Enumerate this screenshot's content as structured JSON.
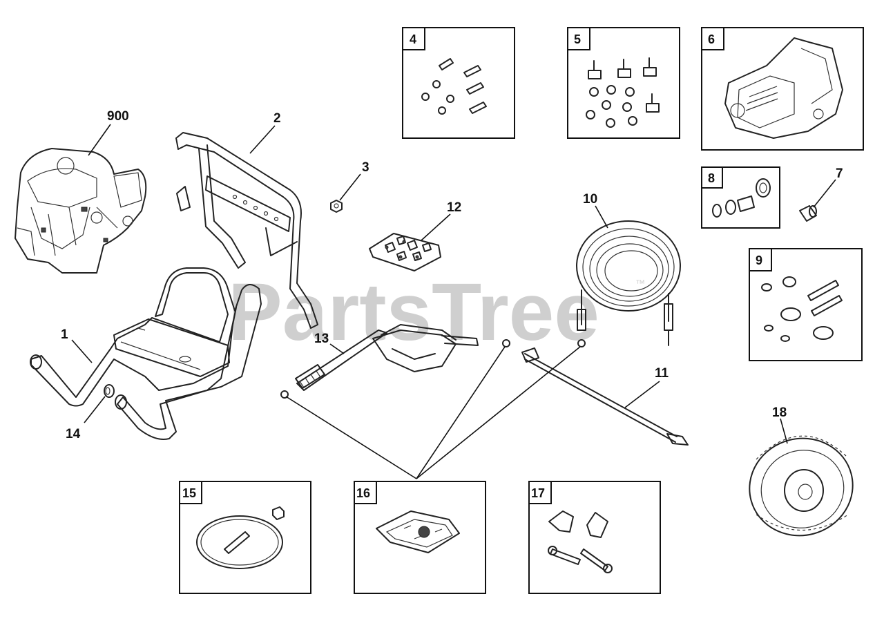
{
  "watermark": {
    "text": "PartsTree",
    "trademark": "™"
  },
  "callouts": {
    "c900": "900",
    "c1": "1",
    "c2": "2",
    "c3": "3",
    "c7": "7",
    "c10": "10",
    "c11": "11",
    "c12": "12",
    "c13": "13",
    "c14": "14",
    "c18": "18"
  },
  "kits": {
    "k4": "4",
    "k5": "5",
    "k6": "6",
    "k8": "8",
    "k9": "9",
    "k15": "15",
    "k16": "16",
    "k17": "17"
  }
}
